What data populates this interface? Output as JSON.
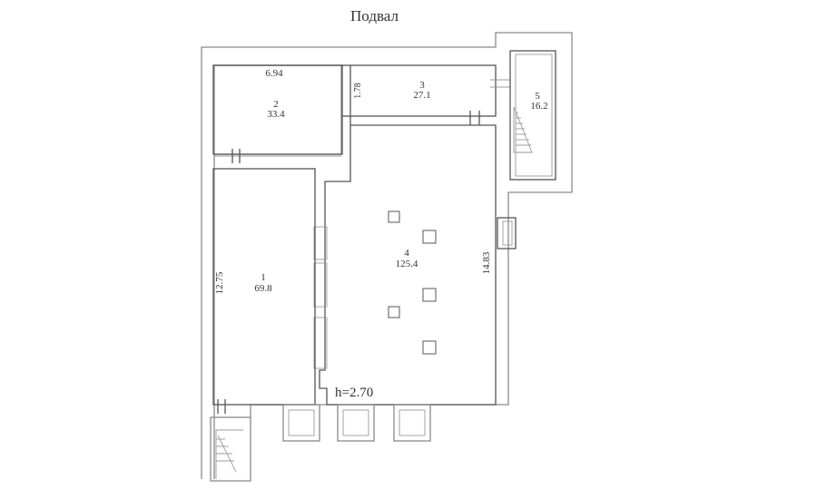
{
  "title": "Подвал",
  "rooms": [
    {
      "id": "1",
      "area": "69.8"
    },
    {
      "id": "2",
      "area": "33.4"
    },
    {
      "id": "3",
      "area": "27.1"
    },
    {
      "id": "4",
      "area": "125.4"
    },
    {
      "id": "5",
      "area": "16.2"
    }
  ],
  "dimensions": {
    "room2_width": "6.94",
    "room3_height": "1.78",
    "room1_height": "12.75",
    "room4_height": "14.83"
  },
  "ceiling_height": "h=2.70"
}
